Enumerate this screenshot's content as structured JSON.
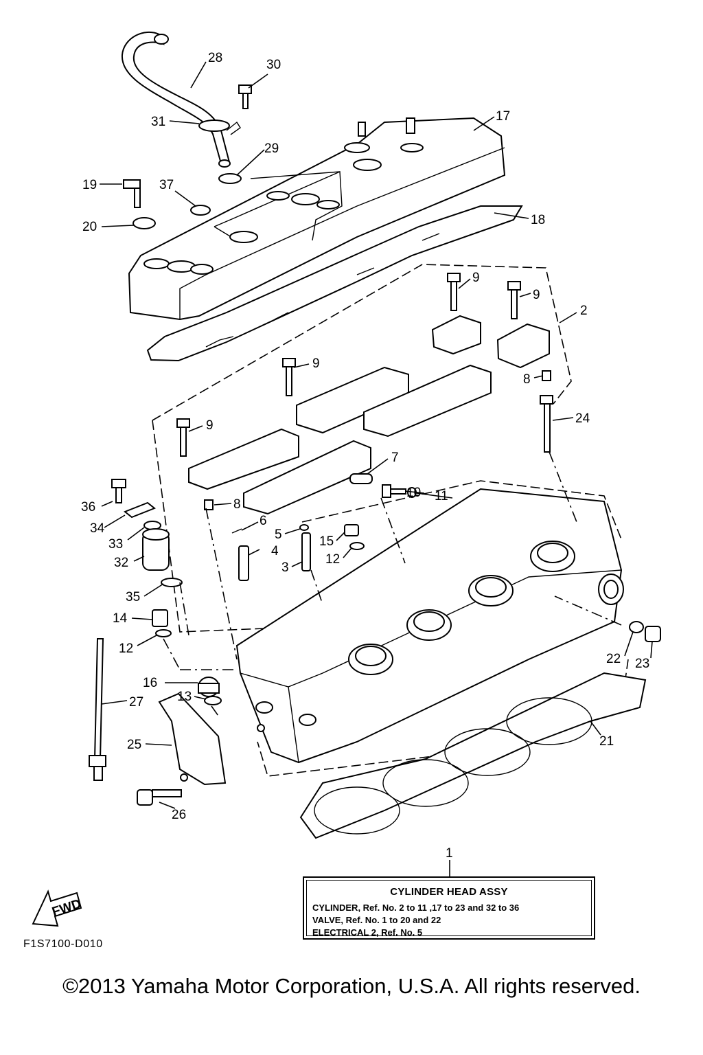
{
  "figure_code": "F1S7100-D010",
  "copyright": "©2013 Yamaha Motor Corporation, U.S.A. All rights reserved.",
  "fwd_label": "FWD",
  "assembly": {
    "ref": "1",
    "title": "CYLINDER HEAD ASSY",
    "lines": [
      "CYLINDER, Ref. No. 2 to 11 ,17 to 23 and 32 to 36",
      "VALVE, Ref. No. 1 to 20 and 22",
      "ELECTRICAL 2, Ref. No. 5"
    ]
  },
  "callouts": [
    {
      "ref": "28"
    },
    {
      "ref": "30"
    },
    {
      "ref": "31"
    },
    {
      "ref": "17"
    },
    {
      "ref": "29"
    },
    {
      "ref": "19"
    },
    {
      "ref": "37"
    },
    {
      "ref": "20"
    },
    {
      "ref": "18"
    },
    {
      "ref": "9"
    },
    {
      "ref": "9"
    },
    {
      "ref": "2"
    },
    {
      "ref": "9"
    },
    {
      "ref": "8"
    },
    {
      "ref": "24"
    },
    {
      "ref": "9"
    },
    {
      "ref": "7"
    },
    {
      "ref": "8"
    },
    {
      "ref": "36"
    },
    {
      "ref": "10"
    },
    {
      "ref": "11"
    },
    {
      "ref": "34"
    },
    {
      "ref": "6"
    },
    {
      "ref": "5"
    },
    {
      "ref": "15"
    },
    {
      "ref": "33"
    },
    {
      "ref": "4"
    },
    {
      "ref": "12"
    },
    {
      "ref": "32"
    },
    {
      "ref": "3"
    },
    {
      "ref": "35"
    },
    {
      "ref": "14"
    },
    {
      "ref": "12"
    },
    {
      "ref": "22"
    },
    {
      "ref": "23"
    },
    {
      "ref": "16"
    },
    {
      "ref": "27"
    },
    {
      "ref": "13"
    },
    {
      "ref": "21"
    },
    {
      "ref": "25"
    },
    {
      "ref": "26"
    }
  ]
}
